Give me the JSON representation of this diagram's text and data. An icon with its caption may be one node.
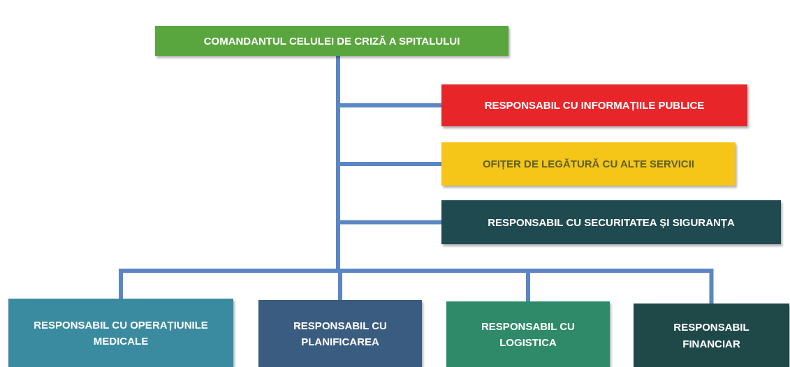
{
  "diagram": {
    "nodes": [
      {
        "text": [
          "COMANDANTUL CELULEI DE CRIZĂ A SPITALULUI"
        ]
      },
      {
        "text": [
          "RESPONSABIL CU INFORMAȚIILE PUBLICE"
        ]
      },
      {
        "text": [
          "OFIȚER DE LEGĂTURĂ CU ALTE SERVICII"
        ]
      },
      {
        "text": [
          "RESPONSABIL CU SECURITATEA ȘI SIGURANȚA"
        ]
      },
      {
        "text": [
          "RESPONSABIL CU OPERAȚIUNILE MEDICALE"
        ]
      },
      {
        "text": [
          "RESPONSABIL CU PLANIFICAREA"
        ]
      },
      {
        "text": [
          "RESPONSABIL CU LOGISTICA"
        ]
      },
      {
        "text": [
          "RESPONSABIL FINANCIAR"
        ]
      }
    ],
    "edges": [
      {
        "from": 0,
        "to": 1,
        "arrow": "none"
      },
      {
        "from": 0,
        "to": 2,
        "arrow": "none"
      },
      {
        "from": 0,
        "to": 3,
        "arrow": "none"
      },
      {
        "from": 0,
        "to": 4,
        "arrow": "none"
      },
      {
        "from": 0,
        "to": 5,
        "arrow": "none"
      },
      {
        "from": 0,
        "to": 6,
        "arrow": "none"
      },
      {
        "from": 0,
        "to": 7,
        "arrow": "none"
      }
    ]
  }
}
